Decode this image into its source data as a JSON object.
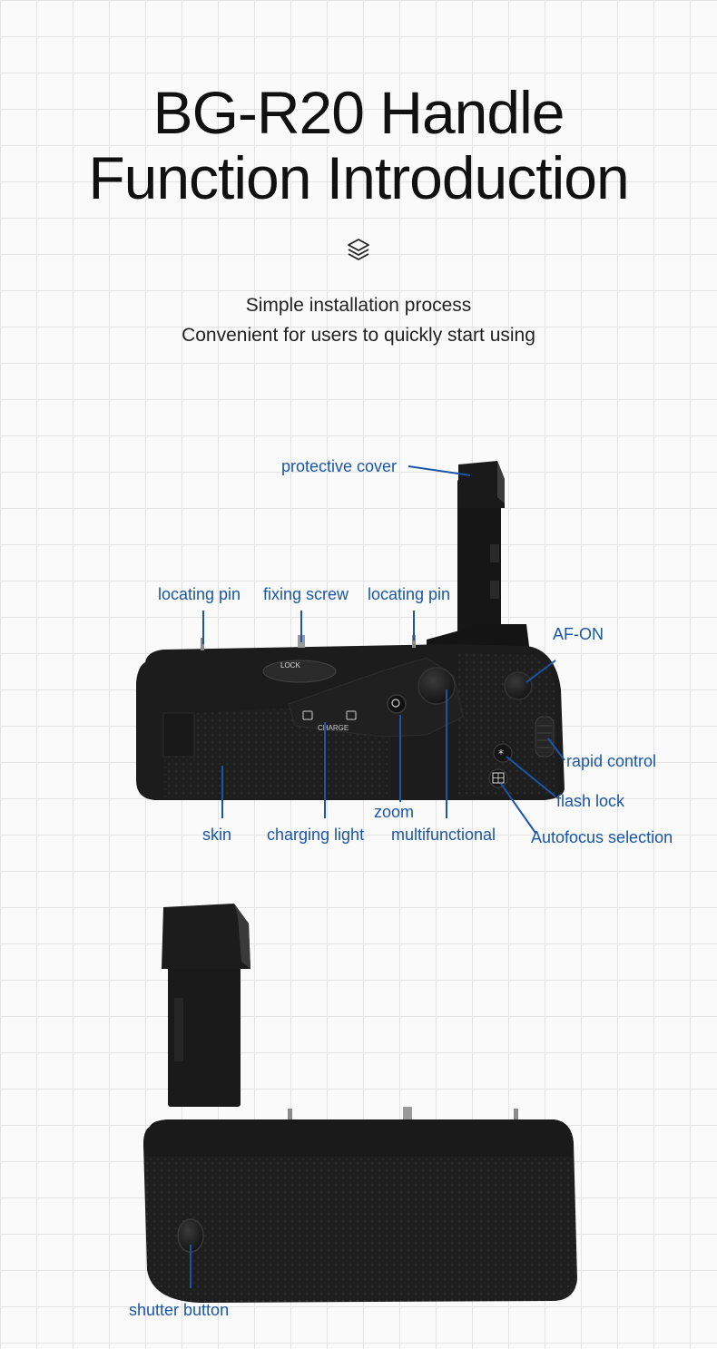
{
  "title": {
    "line1": "BG-R20 Handle",
    "line2": "Function Introduction"
  },
  "decor": {
    "icon": "layers-icon"
  },
  "subtitle": {
    "line1": "Simple installation process",
    "line2": "Convenient for users to quickly start using"
  },
  "labels": {
    "protective_cover": "protective cover",
    "locating_pin_left": "locating pin",
    "fixing_screw": "fixing screw",
    "locating_pin_right": "locating pin",
    "af_on": "AF-ON",
    "rapid_control": "rapid control",
    "flash_lock": "flash lock",
    "autofocus_selection": "Autofocus selection",
    "zoom": "zoom",
    "skin": "skin",
    "charging_light": "charging light",
    "multifunctional": "multifunctional",
    "shutter_button": "shutter button"
  },
  "product_markings": {
    "lock": "LOCK",
    "charge": "CHARGE"
  },
  "colors": {
    "label": "#1a56a8",
    "body": "#1c1c1c",
    "grid": "#e3e3e3"
  }
}
